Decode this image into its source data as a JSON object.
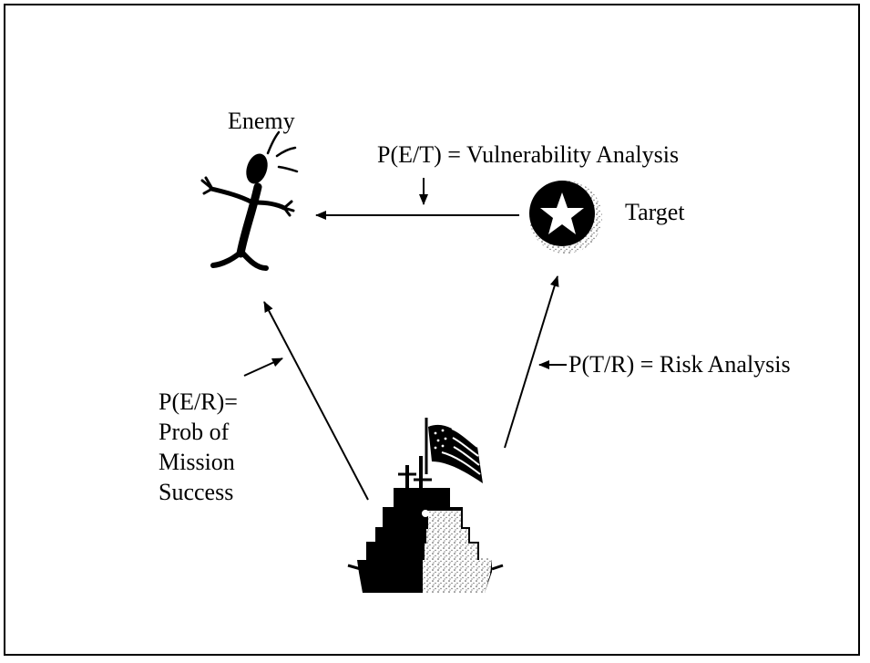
{
  "labels": {
    "enemy": "Enemy",
    "target": "Target",
    "vulnerability": "P(E/T) = Vulnerability Analysis",
    "risk": "P(T/R) = Risk Analysis",
    "mission_lines": [
      "P(E/R)=",
      "Prob of",
      "Mission",
      "Success"
    ]
  },
  "colors": {
    "ink": "#000000",
    "background": "#ffffff"
  },
  "icons": [
    "enemy-figure-icon",
    "target-star-icon",
    "warship-icon",
    "american-flag-icon"
  ]
}
